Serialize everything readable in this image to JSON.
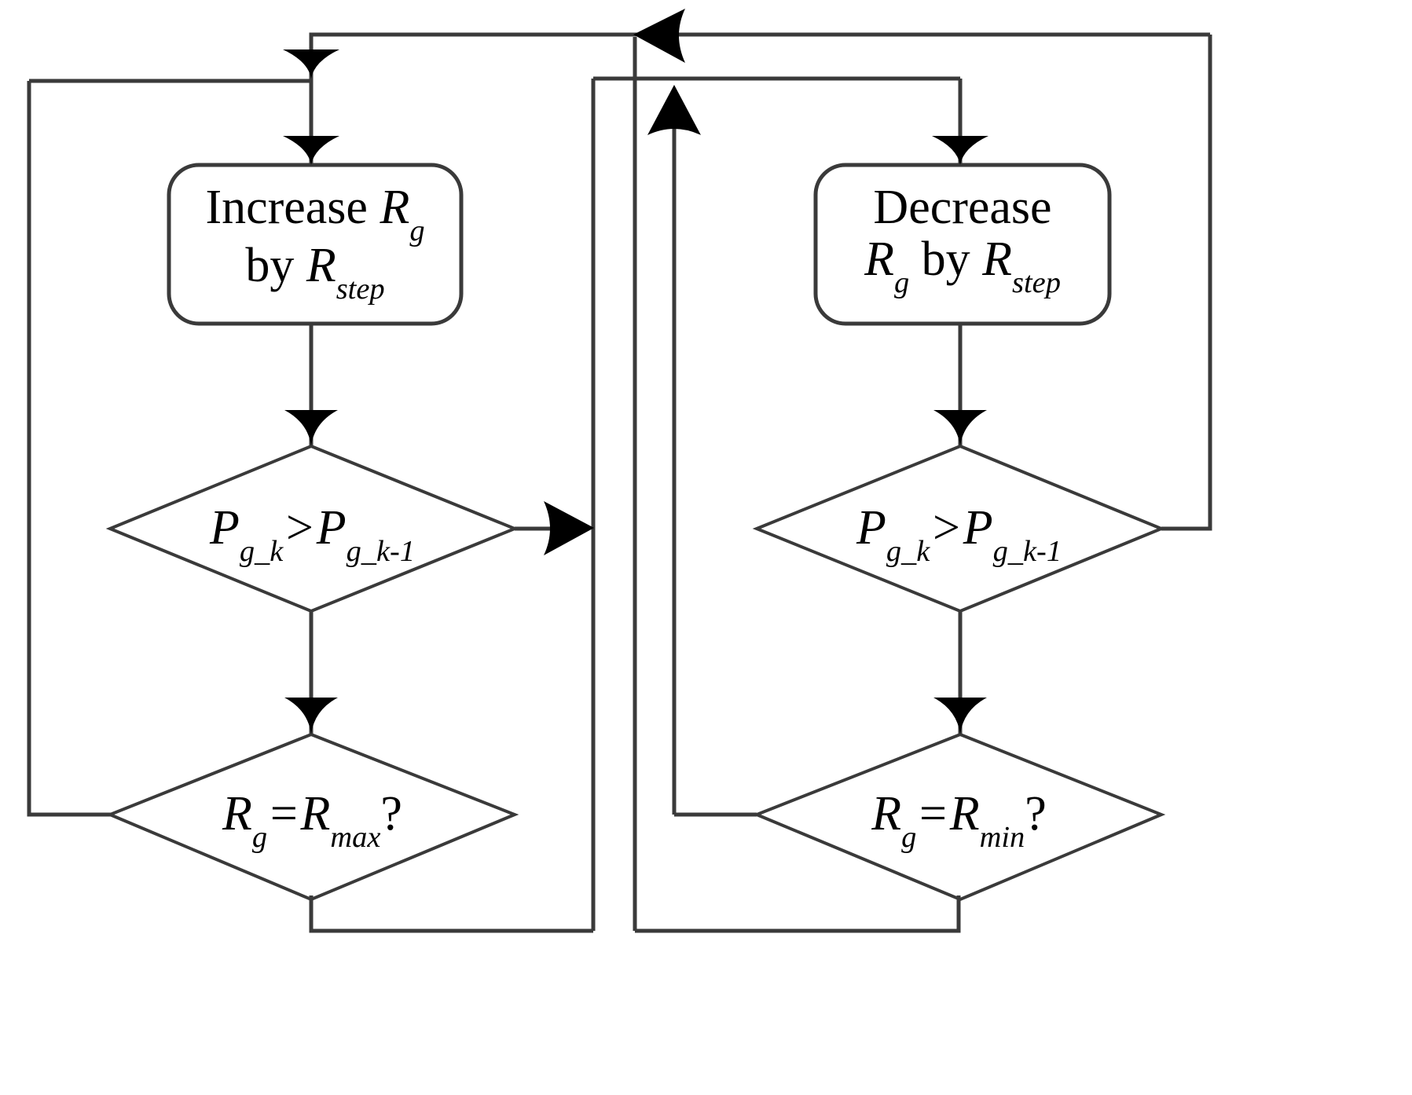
{
  "diagram": {
    "title": "Perturb and observe control flowchart",
    "type": "flowchart",
    "background_color": "#ffffff",
    "line_color": "#3a3a3a",
    "text_color": "#000000"
  },
  "nodes": {
    "increase_box": {
      "shape": "rounded-rectangle",
      "line1_prefix": "Increase ",
      "line1_var": "R",
      "line1_sub": "g",
      "line2_prefix": "by ",
      "line2_var": "R",
      "line2_sub": "step",
      "plain_text": "Increase Rg by Rstep"
    },
    "decrease_box": {
      "shape": "rounded-rectangle",
      "line1_prefix": "Decrease",
      "line2_var1": "R",
      "line2_sub1": "g",
      "line2_mid": " by ",
      "line2_var2": "R",
      "line2_sub2": "step",
      "plain_text": "Decrease Rg by Rstep"
    },
    "left_power_decision": {
      "shape": "diamond",
      "var1": "P",
      "sub1": "g_k",
      "operator": ">",
      "var2": "P",
      "sub2": "g_k-1",
      "plain_text": "Pg_k > Pg_k-1"
    },
    "right_power_decision": {
      "shape": "diamond",
      "var1": "P",
      "sub1": "g_k",
      "operator": ">",
      "var2": "P",
      "sub2": "g_k-1",
      "plain_text": "Pg_k > Pg_k-1"
    },
    "rmax_decision": {
      "shape": "diamond",
      "var1": "R",
      "sub1": "g",
      "operator": "=",
      "var2": "R",
      "sub2": "max",
      "suffix": "?",
      "plain_text": "Rg = Rmax?"
    },
    "rmin_decision": {
      "shape": "diamond",
      "var1": "R",
      "sub1": "g",
      "operator": "=",
      "var2": "R",
      "sub2": "min",
      "suffix": "?",
      "plain_text": "Rg = Rmin?"
    }
  },
  "connectors": [
    {
      "name": "entry-to-increase-box",
      "arrow": "down"
    },
    {
      "name": "increase-box-to-left-power-decision",
      "arrow": "down"
    },
    {
      "name": "left-power-decision-to-right-branch",
      "arrow": "right"
    },
    {
      "name": "left-power-decision-to-rmax-decision",
      "arrow": "down"
    },
    {
      "name": "rmax-decision-bottom-loop",
      "arrow": "none"
    },
    {
      "name": "rmax-loop-back-to-increase-box",
      "arrow": "down"
    },
    {
      "name": "entry-to-decrease-box",
      "arrow": "down"
    },
    {
      "name": "decrease-box-to-right-power-decision",
      "arrow": "down"
    },
    {
      "name": "right-power-decision-to-top-return",
      "arrow": "left"
    },
    {
      "name": "right-power-decision-to-rmin-decision",
      "arrow": "down"
    },
    {
      "name": "rmin-decision-bottom-loop",
      "arrow": "none"
    },
    {
      "name": "rmin-loop-back-up",
      "arrow": "up"
    }
  ]
}
